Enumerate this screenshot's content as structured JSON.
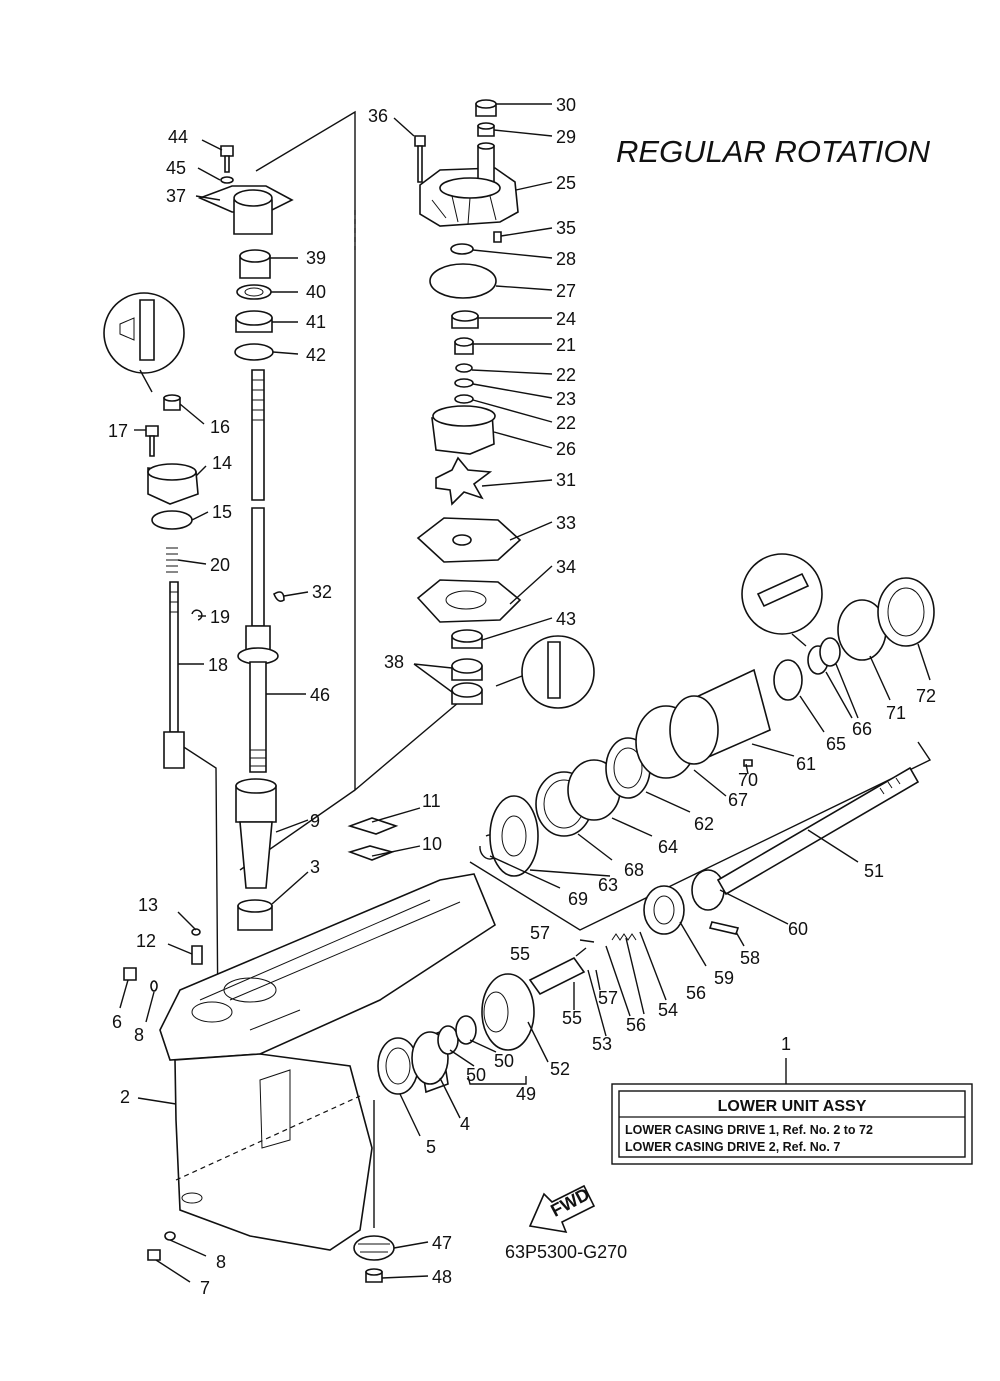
{
  "title": "REGULAR ROTATION",
  "drawing_code": "63P5300-G270",
  "fwd_label": "FWD",
  "assembly_box": {
    "ref_no": "1",
    "heading": "LOWER UNIT ASSY",
    "line1": "LOWER CASING DRIVE 1,  Ref. No. 2 to 72",
    "line2": "LOWER CASING DRIVE 2,  Ref. No. 7"
  },
  "callouts": [
    "30",
    "29",
    "36",
    "25",
    "35",
    "28",
    "27",
    "24",
    "21",
    "22",
    "23",
    "22",
    "26",
    "31",
    "33",
    "34",
    "43",
    "38",
    "44",
    "45",
    "37",
    "39",
    "40",
    "41",
    "42",
    "16",
    "17",
    "14",
    "15",
    "20",
    "19",
    "18",
    "32",
    "46",
    "11",
    "9",
    "10",
    "3",
    "13",
    "12",
    "6",
    "8",
    "2",
    "8",
    "7",
    "47",
    "48",
    "5",
    "4",
    "50",
    "50",
    "49",
    "52",
    "53",
    "55",
    "57",
    "55",
    "57",
    "56",
    "54",
    "56",
    "59",
    "58",
    "60",
    "51",
    "69",
    "63",
    "68",
    "64",
    "62",
    "67",
    "61",
    "70",
    "65",
    "66",
    "71",
    "72"
  ]
}
